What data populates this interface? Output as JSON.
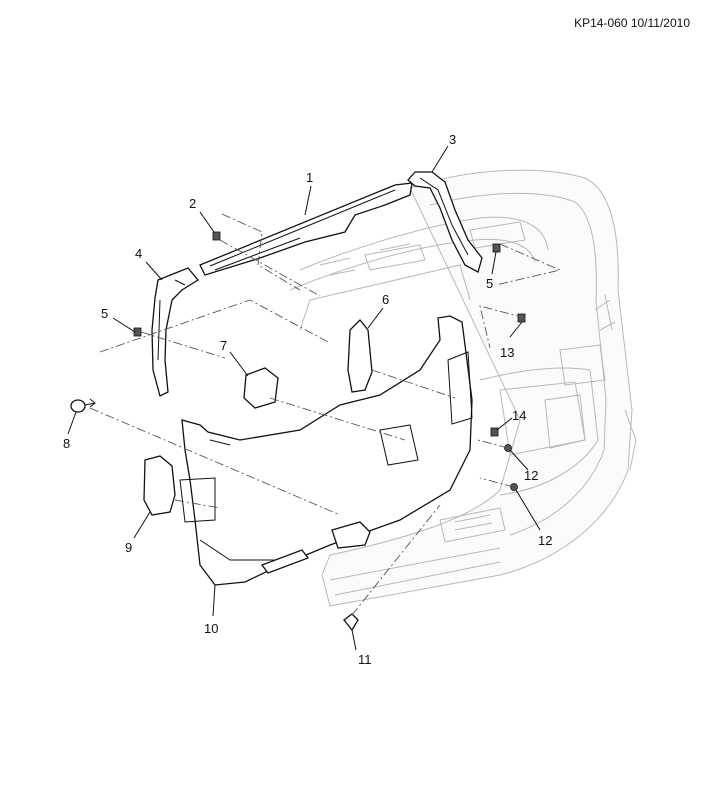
{
  "header": {
    "code": "KP14-060 10/11/2010"
  },
  "callouts": [
    "1",
    "2",
    "3",
    "4",
    "5",
    "5",
    "6",
    "7",
    "8",
    "9",
    "10",
    "11",
    "12",
    "12",
    "13",
    "14"
  ]
}
